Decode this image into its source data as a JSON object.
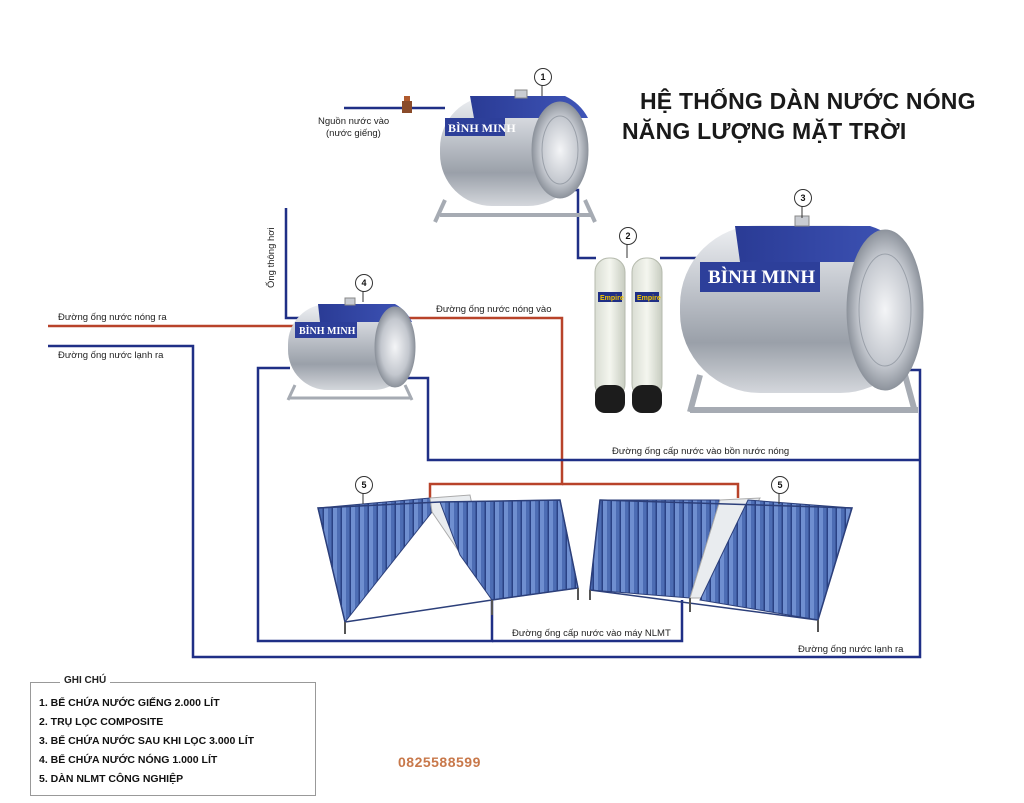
{
  "title": {
    "line1": "HỆ THỐNG DÀN NƯỚC NÓNG",
    "line2": "NĂNG LƯỢNG MẶT TRỜI"
  },
  "colors": {
    "cold_pipe": "#1f2f86",
    "hot_pipe": "#b8432a",
    "tank_steel": "#c9ccd2",
    "tank_blue": "#2d3f9a",
    "panel_blue": "#3b5aa8"
  },
  "labels": {
    "source_in": "Nguồn nước vào",
    "source_in_sub": "(nước giếng)",
    "vent": "Ống thông hơi",
    "hot_out": "Đường ống nước nóng ra",
    "cold_out_left": "Đường ống nước lạnh ra",
    "hot_in": "Đường ống nước nóng vào",
    "supply_hot_tank": "Đường ống cấp nước vào bồn nước nóng",
    "supply_panels": "Đường ống cấp nước vào máy NLMT",
    "cold_out_right": "Đường ống nước lạnh ra"
  },
  "markers": [
    "1",
    "2",
    "3",
    "4",
    "5",
    "5"
  ],
  "tank_brand": "BÌNH MINH",
  "filter_brand": "Empire",
  "legend": {
    "title": "GHI CHÚ",
    "items": [
      "1. BỂ CHỨA NƯỚC GIẾNG 2.000 LÍT",
      "2. TRỤ LỌC COMPOSITE",
      "3. BỂ CHỨA NƯỚC SAU KHI LỌC 3.000 LÍT",
      "4. BỂ CHỨA NƯỚC NÓNG 1.000 LÍT",
      "5. DÀN NLMT CÔNG NGHIỆP"
    ]
  },
  "phone": "0825588599"
}
